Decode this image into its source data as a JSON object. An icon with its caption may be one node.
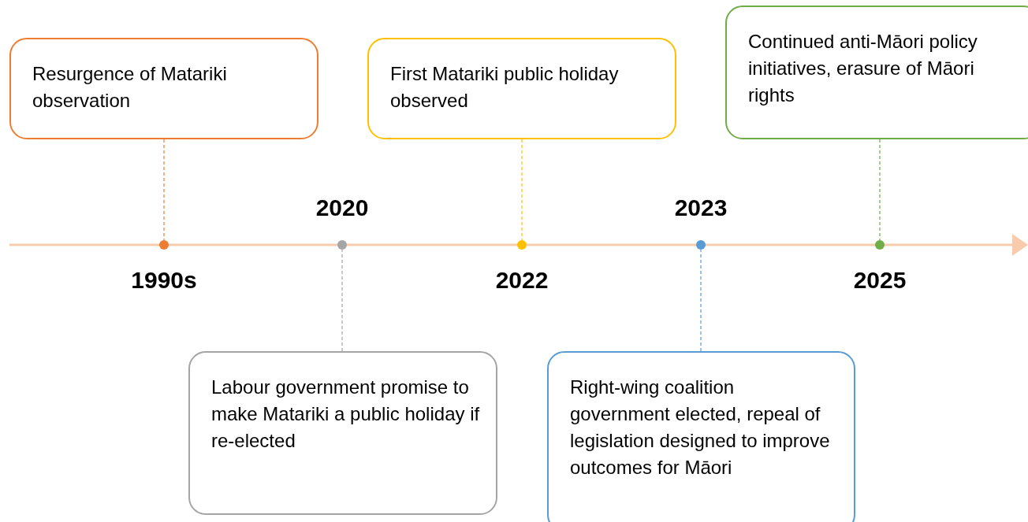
{
  "diagram": {
    "nodes": [
      {
        "text": [
          "Resurgence of Matariki observation"
        ]
      },
      {
        "text": [
          "First Matariki public holiday observed"
        ]
      },
      {
        "text": [
          "Continued anti-Māori policy initiatives, erasure of Māori rights"
        ]
      },
      {
        "text": [],
        "shape": "circle",
        "beside": [
          "1990s"
        ]
      },
      {
        "text": [],
        "shape": "circle",
        "beside": [
          "2020"
        ]
      },
      {
        "text": [],
        "shape": "circle",
        "beside": [
          "2022"
        ]
      },
      {
        "text": [],
        "shape": "circle",
        "beside": [
          "2023"
        ]
      },
      {
        "text": [],
        "shape": "circle",
        "beside": [
          "2025"
        ]
      },
      {
        "text": [
          "Labour government promise to make Matariki a public holiday if re-elected"
        ]
      },
      {
        "text": [
          "Right-wing coalition government elected, repeal of legislation designed to improve outcomes for Māori"
        ]
      }
    ],
    "edges": [
      {
        "from": 0,
        "to": 3,
        "arrow": "none",
        "style": "dashed",
        "color": "#ed7d31"
      },
      {
        "from": 1,
        "to": 5,
        "arrow": "none",
        "style": "dashed",
        "color": "#ffc000"
      },
      {
        "from": 2,
        "to": 7,
        "arrow": "none",
        "style": "dashed",
        "color": "#70ad47"
      },
      {
        "from": 8,
        "to": 4,
        "arrow": "none",
        "style": "dashed",
        "color": "#a5a5a5"
      },
      {
        "from": 9,
        "to": 6,
        "arrow": "none",
        "style": "dashed",
        "color": "#5b9bd5"
      }
    ]
  }
}
